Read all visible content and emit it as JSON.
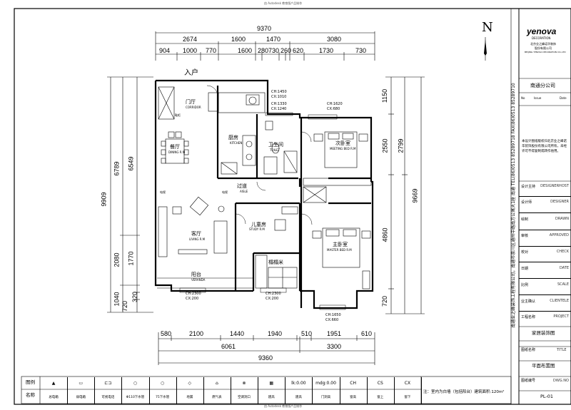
{
  "header": {
    "top_text": "由 Autodesk 教育版产品制作",
    "bottom_text": "由 Autodesk 教育版产品制作"
  },
  "dimensions": {
    "top_total": "9370",
    "top_mid": [
      "2674",
      "1600",
      "1470",
      "3080"
    ],
    "top_small": [
      "904",
      "1000",
      "770",
      "1600",
      "280",
      "730",
      "260",
      "620",
      "1730",
      "730"
    ],
    "bottom_small": [
      "580",
      "2100",
      "1440",
      "1940",
      "510",
      "1951",
      "610"
    ],
    "bottom_mid": [
      "6061",
      "3300"
    ],
    "bottom_total": "9360",
    "left_outer": "9909",
    "left_mid": [
      "6789",
      "2080",
      "1040"
    ],
    "left_inner": [
      "6549",
      "1770",
      "720",
      "320"
    ],
    "right_inner": [
      "1150",
      "2550",
      "4860",
      "720"
    ],
    "right_mid": [
      "2799"
    ],
    "right_outer": "9669"
  },
  "rooms": {
    "entrance": "入户",
    "foyer": {
      "cn": "门厅",
      "en": "CORRIDOR"
    },
    "shoe": "鞋柜",
    "dining": {
      "cn": "餐厅",
      "en": "DINING R.M"
    },
    "kitchen": {
      "cn": "厨房",
      "en": "KITCHEN"
    },
    "toilet": {
      "cn": "卫生间",
      "en": "TOILET"
    },
    "bed2": {
      "cn": "次卧室",
      "en": "MEETING BED R.M"
    },
    "aisle": {
      "cn": "过道",
      "en": "AISLE"
    },
    "living": {
      "cn": "客厅",
      "en": "LIVING R.M"
    },
    "study": {
      "cn": "儿童房",
      "en": "STUDY R.M"
    },
    "tatami": "榻榻米",
    "master": {
      "cn": "主卧室",
      "en": "MASTER BED R.M"
    },
    "balcony": {
      "cn": "阳台",
      "en": "VERANDA"
    },
    "tv1": "电视",
    "tv2": "电视"
  },
  "openings": {
    "w1": [
      "CH:1450",
      "CX:1010"
    ],
    "w2": [
      "CH:1330",
      "CX:1240"
    ],
    "w3": [
      "CH:1620",
      "CX:680"
    ],
    "w4": [
      "CH:2300",
      "CX:200"
    ],
    "w5": [
      "CH:2300",
      "CX:200"
    ],
    "w6": [
      "CH:1650",
      "CX:660"
    ]
  },
  "title_block": {
    "logo": "yenova",
    "logo_sub": "DECORATION",
    "company_cn": "北京业之峰诺华装饰",
    "company_cn2": "股份有限公司",
    "company_en": "BEIJING YENOVA DECORATION CO.,LTD",
    "branch": "南通分公司",
    "notice": "本设计图纸版权归北京业之峰诺华装饰股份有限公司所有，未经许可不得复制或转作他用。",
    "rows": [
      {
        "label": "设计主持",
        "value": "DESIGNERHOST"
      },
      {
        "label": "设计师",
        "value": "DESIGNER"
      },
      {
        "label": "绘制",
        "value": "DRAWN"
      },
      {
        "label": "审核",
        "value": "APPROVED"
      },
      {
        "label": "校对",
        "value": "CHECK"
      },
      {
        "label": "日期",
        "value": "DATE"
      },
      {
        "label": "比例",
        "value": "SCALE"
      },
      {
        "label": "业主确认",
        "value": "CLIENTELE"
      },
      {
        "label": "工程名称",
        "value": "PROJECT"
      }
    ],
    "project": "家居装饰图",
    "drawing_label": "图纸名称",
    "drawing_value": "TITLE",
    "drawing": "平面布置图",
    "dwg_label": "图纸编号",
    "dwg_value": "DWG.NO",
    "dwg_no": "PL-01",
    "no_label": "No",
    "issue_label": "Issue",
    "date_label": "Date",
    "vertical_left": "南通业之峰装饰工程有限公司，南通市崇川区通州中路南方公寓天1座  南通  TEL(86)0513 85289718  FAX(86)0513 85289710"
  },
  "legend": {
    "title": "图例",
    "name_label": "名称",
    "items": [
      {
        "top": "▲",
        "name": "总电箱"
      },
      {
        "top": "▭",
        "name": "弱电箱"
      },
      {
        "top": "⊏⊐",
        "name": "可视电话"
      },
      {
        "top": "○",
        "name": "Φ110下水管"
      },
      {
        "top": "○",
        "name": "75下水管"
      },
      {
        "top": "◇",
        "name": "地漏"
      },
      {
        "top": "⌂",
        "name": "燃气表"
      },
      {
        "top": "⊗",
        "name": "空调洞口"
      },
      {
        "top": "▦",
        "name": "建高"
      },
      {
        "top": "lk:0.00",
        "name": "建高"
      },
      {
        "top": "mdg:0.00",
        "name": "门洞高"
      },
      {
        "top": "CH",
        "name": "窗高"
      },
      {
        "top": "CS",
        "name": "窗上"
      },
      {
        "top": "CX",
        "name": "窗下"
      }
    ],
    "note": "注：室内为白墙（包括阳台）建筑面积:120m²"
  },
  "north": "N"
}
